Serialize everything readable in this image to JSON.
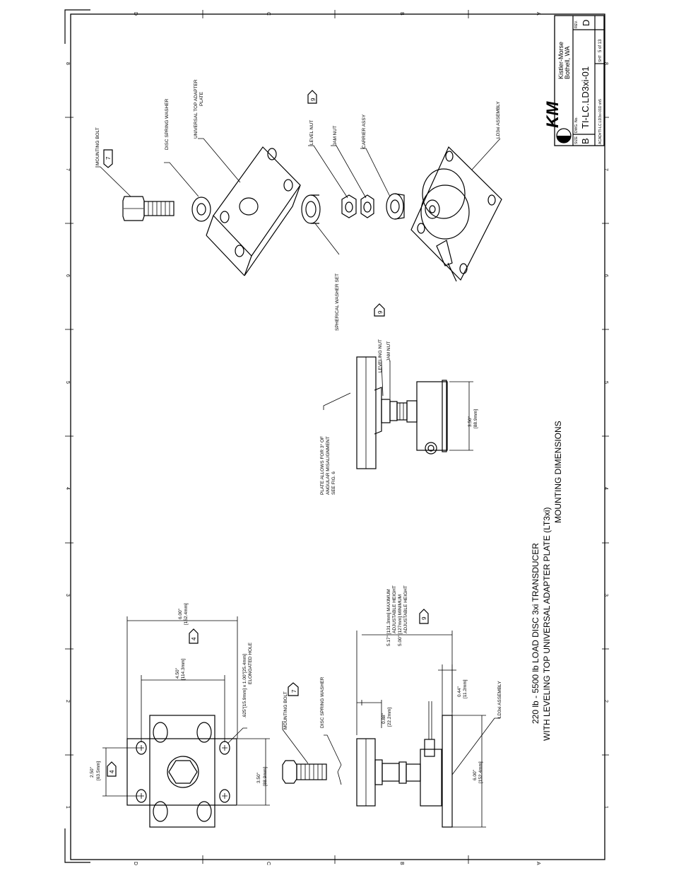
{
  "title": {
    "line1": "220 lb - 5500 lb LOAD DISC 3xi TRANSDUCER",
    "line2": "WITH LEVELING TOP UNIVERSAL ADAPTER PLATE (LT3xi)",
    "line3": "MOUNTING DIMENSIONS"
  },
  "title_block": {
    "company_line1": "Kistler-Morse",
    "company_line2": "Bothell, WA",
    "logo": "KM",
    "size_label": "SIZE",
    "size_value": "B",
    "dwg_label": "DWG. No.",
    "dwg_value": "TI-LC.LD3xi-01",
    "rev_label": "REV.",
    "rev_value": "D",
    "acad_label": "ACAD#",
    "acad_value": "TI-LC.LD3xi-01D sh5",
    "sht_label": "SHT",
    "sht_value": "5 of 13"
  },
  "zones": {
    "letters": [
      "D",
      "C",
      "B",
      "A"
    ],
    "numbers": [
      "8",
      "7",
      "6",
      "5",
      "4",
      "3",
      "2",
      "1"
    ]
  },
  "exploded_view": {
    "mounting_bolt": "MOUNTING BOLT",
    "mounting_bolt_flag": "7",
    "disc_spring_washer": "DISC SPRING WASHER",
    "universal_top_plate_1": "UNIVERSAL TOP ADAPTER",
    "universal_top_plate_2": "PLATE",
    "level_nut": "LEVEL NUT",
    "level_nut_flag": "9",
    "jam_nut": "JAM NUT",
    "carrier_assy": "CARRIER ASSY",
    "ld3xi_assembly": "LD3xi ASSEMBLY",
    "spherical_washer": "SPHERICAL WASHER SET"
  },
  "side_view": {
    "plate_note_1": "PLATE ALLOWS FOR 3° OF",
    "plate_note_2": "ANGULAR MISALIGNMENT",
    "plate_note_3": "SEE FIG. 6",
    "leveling_nut": "LEVELING NUT",
    "jam_nut": "JAM NUT",
    "flag": "9",
    "dim_350": "3.50\"",
    "dim_350_mm": "[88.9mm]"
  },
  "plan_view": {
    "dim_600": "6.00\"",
    "dim_600_mm": "[152.4mm]",
    "flag_4a": "4",
    "dim_450": "4.50\"",
    "dim_450_mm": "[114.3mm]",
    "slot_1": ".625\"[15.9mm] x 1.00\"[25.4mm]",
    "slot_2": "ELONGATED HOLE",
    "dim_250": "2.50\"",
    "dim_250_mm": "[63.5mm]",
    "flag_4b": "4",
    "dim_350": "3.50\"",
    "dim_350_mm": "[88.9mm]",
    "mounting_bolt": "MOUNTING BOLT",
    "mounting_bolt_flag": "7",
    "disc_spring_washer": "DISC SPRING WASHER"
  },
  "elevation_view": {
    "max_1": "5.17\" [131.3mm] MAXIMUM",
    "max_2": "ADJUSTABLE HEIGHT",
    "min_1": "5.00\" [127mm] MINIMUM",
    "min_2": "ADJUSTABLE HEIGHT",
    "flag": "9",
    "dim_088": "0.88\"",
    "dim_088_mm": "[22.2mm]",
    "dim_044": "0.44\"",
    "dim_044_mm": "[11.2mm]",
    "dim_600": "6.00\"",
    "dim_600_mm": "[152.4mm]",
    "ld3xi_assembly": "LD3xi ASSEMBLY"
  }
}
